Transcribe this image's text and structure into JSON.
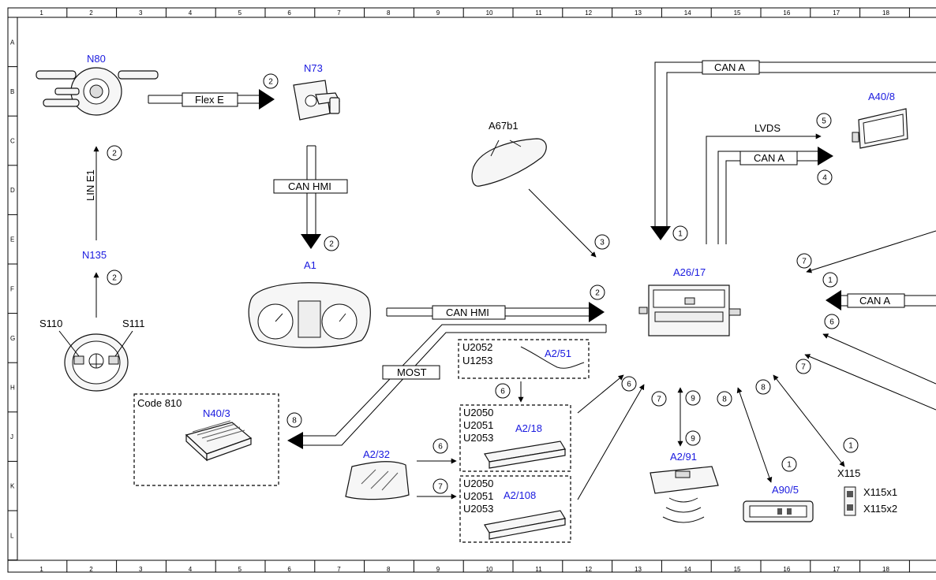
{
  "grid": {
    "columns": [
      "1",
      "2",
      "3",
      "4",
      "5",
      "6",
      "7",
      "8",
      "9",
      "10",
      "11",
      "12",
      "13",
      "14",
      "15",
      "16",
      "17",
      "18"
    ],
    "rows": [
      "A",
      "B",
      "C",
      "D",
      "E",
      "F",
      "G",
      "H",
      "J",
      "K",
      "L"
    ]
  },
  "components": {
    "N80": "N80",
    "N73": "N73",
    "A67b1": "A67b1",
    "A40_8": "A40/8",
    "N135": "N135",
    "A1": "A1",
    "A26_17": "A26/17",
    "S110": "S110",
    "S111": "S111",
    "code810": "Code 810",
    "N40_3": "N40/3",
    "A2_51": "A2/51",
    "A2_18": "A2/18",
    "A2_32": "A2/32",
    "A2_108": "A2/108",
    "A2_91": "A2/91",
    "A90_5": "A90/5",
    "X115": "X115",
    "X115x1": "X115x1",
    "X115x2": "X115x2"
  },
  "codes": {
    "u2052": "U2052",
    "u1253": "U1253",
    "u2050a": "U2050",
    "u2051a": "U2051",
    "u2053a": "U2053",
    "u2050b": "U2050",
    "u2051b": "U2051",
    "u2053b": "U2053"
  },
  "buses": {
    "flexe": "Flex E",
    "canhmi1": "CAN HMI",
    "canhmi2": "CAN HMI",
    "cana_top": "CAN A",
    "cana_mid": "CAN A",
    "cana_right": "CAN A",
    "lvds": "LVDS",
    "most": "MOST",
    "line": "LIN E1"
  },
  "callouts": {
    "c_n80_n73": "2",
    "c_n135_n80": "2",
    "c_s_n135": "2",
    "c_n73_a1": "2",
    "c_a1_a26": "2",
    "c_a67": "3",
    "c_cana_top": "1",
    "c_lvds": "5",
    "c_cana_mid": "4",
    "c_right7a": "7",
    "c_right1": "1",
    "c_right6": "6",
    "c_right7b": "7",
    "c_most": "8",
    "c_a251": "6",
    "c_a218_in": "6",
    "c_a2108_in": "7",
    "c_a218_out": "6",
    "c_a2108_out": "7",
    "c_a291a": "9",
    "c_a291b": "9",
    "c_a905a": "8",
    "c_a905b": "1",
    "c_x115a": "8",
    "c_x115b": "1"
  }
}
